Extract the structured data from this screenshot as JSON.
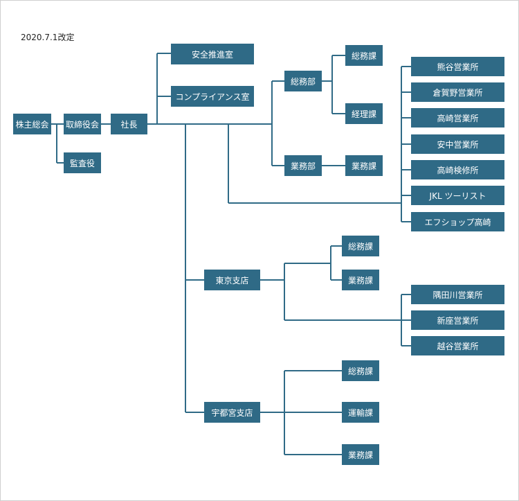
{
  "revision": "2020.7.1改定",
  "colors": {
    "box": "#2f6a86",
    "line": "#2f6a86",
    "text": "#ffffff"
  },
  "nodes": {
    "shareholders": "株主総会",
    "board": "取締役会",
    "auditor": "監査役",
    "president": "社長",
    "safety": "安全推進室",
    "compliance": "コンプライアンス室",
    "general_dept": "総務部",
    "general_dept_general": "総務課",
    "general_dept_accounting": "経理課",
    "business_dept": "業務部",
    "business_dept_business": "業務課",
    "kumagaya": "熊谷営業所",
    "kuragano": "倉賀野営業所",
    "takasaki_sales": "高崎営業所",
    "annaka": "安中営業所",
    "takasaki_inspection": "高崎検修所",
    "jkl_tourist": "JKL ツーリスト",
    "f_shop": "エフショップ高崎",
    "tokyo_branch": "東京支店",
    "tokyo_general": "総務課",
    "tokyo_business": "業務課",
    "sumidagawa": "隅田川営業所",
    "niiza": "新座営業所",
    "koshigaya": "越谷営業所",
    "utsunomiya_branch": "宇都宮支店",
    "utsunomiya_general": "総務課",
    "utsunomiya_transport": "運輸課",
    "utsunomiya_business": "業務課"
  }
}
